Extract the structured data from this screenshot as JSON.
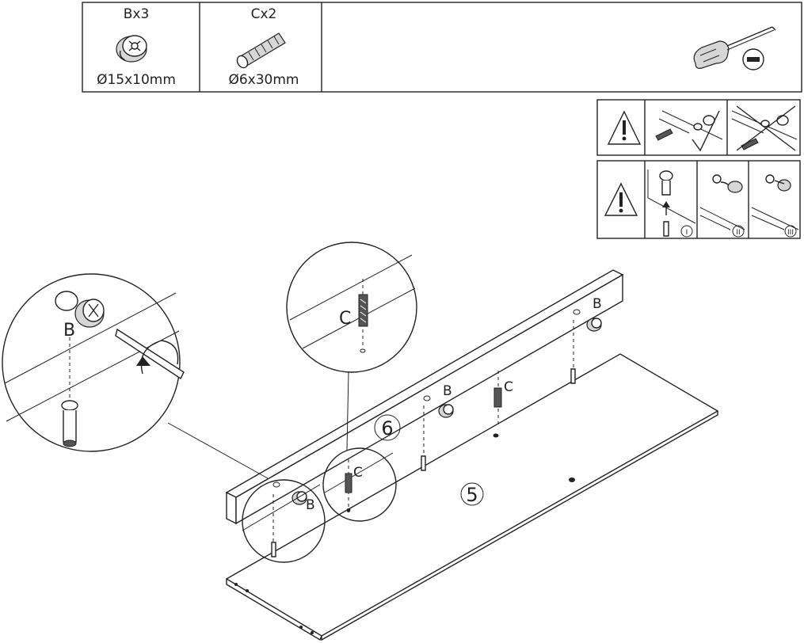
{
  "parts": [
    {
      "count": "Bx3",
      "size": "Ø15x10mm",
      "icon": "cam-lock-icon"
    },
    {
      "count": "Cx2",
      "size": "Ø6x30mm",
      "icon": "wooden-dowel-icon"
    }
  ],
  "tool": {
    "icon": "flathead-screwdriver-icon"
  },
  "callouts": {
    "cam_b": "B",
    "dowel_c": "C"
  },
  "main": {
    "panel_top": "6",
    "panel_bottom": "5",
    "label_b": "B",
    "label_c": "C"
  },
  "warning_panel": {
    "steps": [
      "I",
      "II",
      "III"
    ]
  }
}
